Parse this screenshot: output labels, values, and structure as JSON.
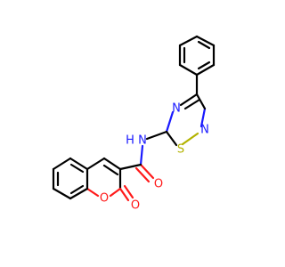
{
  "atoms": {
    "n_amide": {
      "label": "N",
      "color": "#1a1aff"
    },
    "h_amide": {
      "label": "H",
      "color": "#1a1aff"
    },
    "n_thiadiazole_4": {
      "label": "N",
      "color": "#1a1aff"
    },
    "n_thiadiazole_2": {
      "label": "N",
      "color": "#1a1aff"
    },
    "s_thiadiazole": {
      "label": "S",
      "color": "#b3b300"
    },
    "o_carbonyl_amide": {
      "label": "O",
      "color": "#ff1a1a"
    },
    "o_ring": {
      "label": "O",
      "color": "#ff1a1a"
    },
    "o_lactone": {
      "label": "O",
      "color": "#ff1a1a"
    }
  }
}
